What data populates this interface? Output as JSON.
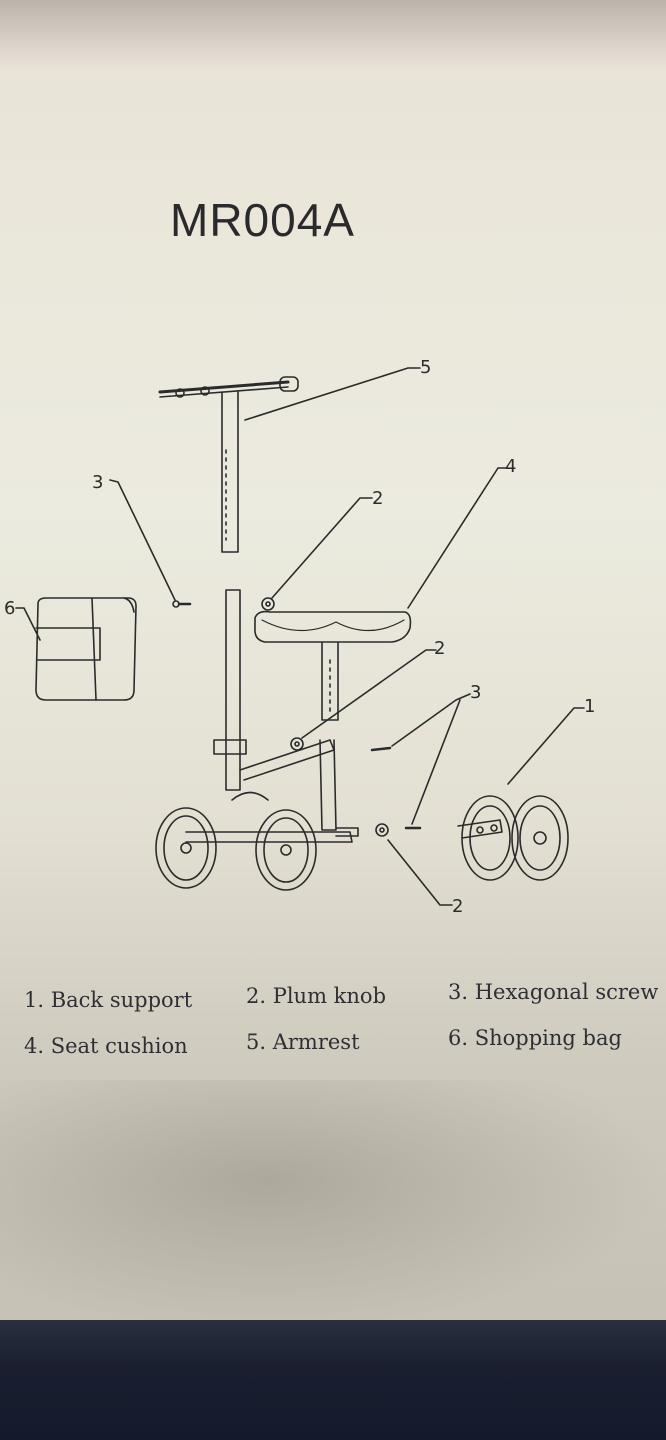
{
  "model": "MR004A",
  "callouts": {
    "n1": "1",
    "n2a": "2",
    "n2b": "2",
    "n2c": "2",
    "n3a": "3",
    "n3b": "3",
    "n4": "4",
    "n5": "5",
    "n6": "6"
  },
  "legend": [
    "1. Back support",
    "2. Plum knob",
    "3. Hexagonal screw",
    "4. Seat cushion",
    "5. Armrest",
    "6. Shopping bag"
  ],
  "colors": {
    "paper": "#ebe7db",
    "ink": "#2b2b2b",
    "backdrop": "#1c2233"
  }
}
